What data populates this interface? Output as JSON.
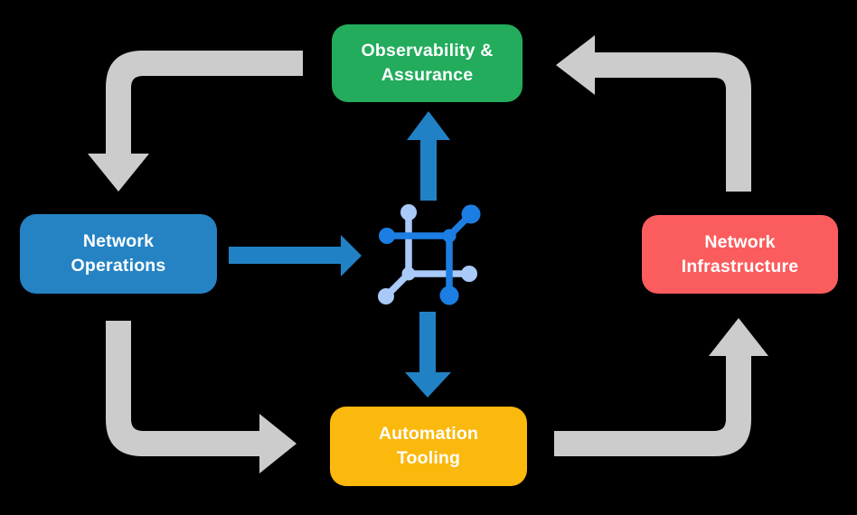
{
  "title": "Network automation closed-loop diagram",
  "colors": {
    "background": "#000000",
    "arrow_gray": "#CCCCCC",
    "arrow_blue": "#2181C5",
    "box_green": "#22AC5C",
    "box_blue": "#2583C4",
    "box_red": "#FB5C5D",
    "box_yellow": "#FBB80D",
    "box_text": "#FFFFFF",
    "icon_dark_blue": "#1C7EE3",
    "icon_light_blue": "#A9CAF8"
  },
  "nodes": {
    "observability": {
      "line1": "Observability &",
      "line2": "Assurance"
    },
    "operations": {
      "line1": "Network",
      "line2": "Operations"
    },
    "infrastructure": {
      "line1": "Network",
      "line2": "Infrastructure"
    },
    "automation": {
      "line1": "Automation",
      "line2": "Tooling"
    }
  },
  "icon": {
    "name": "network-node-icon"
  },
  "flows": [
    {
      "from": "Observability & Assurance",
      "to": "Network Operations",
      "style": "gray"
    },
    {
      "from": "Network Operations",
      "to": "Automation Tooling",
      "style": "gray"
    },
    {
      "from": "Automation Tooling",
      "to": "Network Infrastructure",
      "style": "gray"
    },
    {
      "from": "Network Infrastructure",
      "to": "Observability & Assurance",
      "style": "gray"
    },
    {
      "from": "Network Operations",
      "to": "network-node-icon",
      "style": "blue"
    },
    {
      "from": "network-node-icon",
      "to": "Observability & Assurance",
      "style": "blue"
    },
    {
      "from": "network-node-icon",
      "to": "Automation Tooling",
      "style": "blue"
    }
  ]
}
